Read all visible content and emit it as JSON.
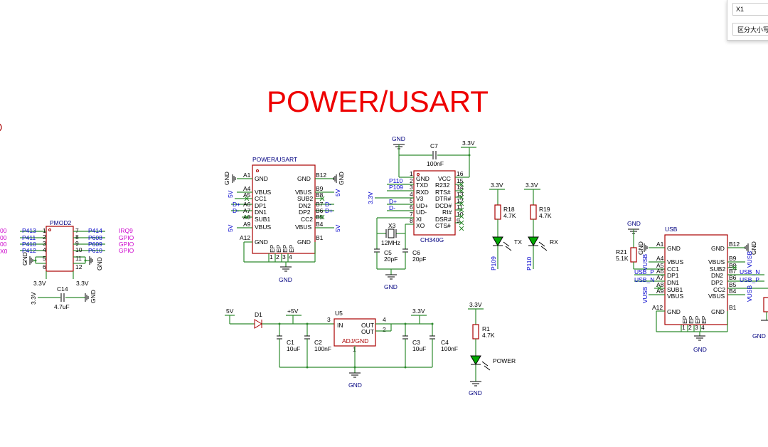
{
  "title": "POWER/USART",
  "search": {
    "value": "X1",
    "case_option_label": "区分大小写"
  },
  "edge_labels_left": [
    "00",
    "00",
    "00",
    "X0"
  ],
  "pmod2": {
    "ref": "PMOD2",
    "left_nets": [
      "P413",
      "P411",
      "P410",
      "P412"
    ],
    "left_pins": [
      "1",
      "2",
      "3",
      "4",
      "5",
      "6"
    ],
    "right_pins": [
      "7",
      "8",
      "9",
      "10",
      "11",
      "12"
    ],
    "right_nets": [
      "P414",
      "P608",
      "P609",
      "P610"
    ],
    "right_funcs": [
      "IRQ9",
      "GPIO",
      "GPIO",
      "GPIO"
    ],
    "gnd": "GND",
    "v33_left": "3.3V",
    "v33_right": "3.3V",
    "cap_ref": "C14",
    "cap_val": "4.7uF",
    "cap_left": "3.3V",
    "cap_gnd": "GND"
  },
  "usb1": {
    "ref": "POWER/USART",
    "left_pins": [
      "A1",
      "A4",
      "A5",
      "A6",
      "A7",
      "A8",
      "A9",
      "A12"
    ],
    "left_names": [
      "GND",
      "VBUS",
      "CC1",
      "DP1",
      "DN1",
      "SUB1",
      "VBUS",
      "GND"
    ],
    "right_pins": [
      "B12",
      "B9",
      "B8",
      "B7",
      "B6",
      "B5",
      "B4",
      "B1"
    ],
    "right_names": [
      "GND",
      "VBUS",
      "SUB2",
      "DN2",
      "DP2",
      "CC2",
      "VBUS",
      "GND"
    ],
    "left_nets": [
      "GND",
      "5V",
      "D+",
      "D-",
      "5V"
    ],
    "right_nets": [
      "GND",
      "5V",
      "D-",
      "D+",
      "5V"
    ],
    "bottom_pins": [
      "1",
      "2",
      "3",
      "4"
    ],
    "bottom_ep": "EP",
    "gnd": "GND"
  },
  "ch340": {
    "ref": "CH340G",
    "top_gnd": "GND",
    "cap7_ref": "C7",
    "cap7_val": "100nF",
    "v33": "3.3V",
    "left_pins": [
      "1",
      "2",
      "3",
      "4",
      "5",
      "6",
      "7",
      "8"
    ],
    "left_names": [
      "GND",
      "TXD",
      "RXD",
      "V3",
      "UD+",
      "UD-",
      "XI",
      "XO"
    ],
    "right_pins": [
      "16",
      "15",
      "14",
      "13",
      "12",
      "11",
      "10",
      "9"
    ],
    "right_names": [
      "VCC",
      "R232",
      "RTS#",
      "DTR#",
      "DCD#",
      "RI#",
      "DSR#",
      "CTS#"
    ],
    "nets": [
      "P110",
      "P109",
      "D+",
      "D-"
    ],
    "v33_left": "3.3V",
    "crystal_ref": "X3",
    "crystal_val": "12MHz",
    "c5_ref": "C5",
    "c5_val": "20pF",
    "c6_ref": "C6",
    "c6_val": "20pF",
    "gnd": "GND"
  },
  "leds": {
    "r18_ref": "R18",
    "r18_val": "4.7K",
    "r18_v": "3.3V",
    "tx_label": "TX",
    "tx_net": "P109",
    "r19_ref": "R19",
    "r19_val": "4.7K",
    "r19_v": "3.3V",
    "rx_label": "RX",
    "rx_net": "P110",
    "r1_ref": "R1",
    "r1_val": "4.7K",
    "r1_v": "3.3V",
    "power_label": "POWER",
    "power_gnd": "GND"
  },
  "regulator": {
    "in_5v": "5V",
    "d1": "D1",
    "plus5v": "+5V",
    "u5": "U5",
    "pin_in": "IN",
    "pin_in_num": "3",
    "pin_out1": "OUT",
    "pin_out1_num": "4",
    "pin_out2": "OUT",
    "pin_out2_num": "2",
    "pin_adj": "ADJ/GND",
    "pin_adj_num": "1",
    "v33": "3.3V",
    "c1_ref": "C1",
    "c1_val": "10uF",
    "c2_ref": "C2",
    "c2_val": "100nF",
    "c3_ref": "C3",
    "c3_val": "10uF",
    "c4_ref": "C4",
    "c4_val": "100nF",
    "gnd": "GND"
  },
  "usb2": {
    "ref": "USB",
    "top_gnd": "GND",
    "r21_ref": "R21",
    "r21_val": "5.1K",
    "left_pins": [
      "A1",
      "A4",
      "A5",
      "A6",
      "A7",
      "A8",
      "A9",
      "A12"
    ],
    "left_names": [
      "GND",
      "VBUS",
      "CC1",
      "DP1",
      "DN1",
      "SUB1",
      "VBUS",
      "GND"
    ],
    "right_pins": [
      "B12",
      "B9",
      "B8",
      "B7",
      "B6",
      "B5",
      "B4",
      "B1"
    ],
    "right_names": [
      "GND",
      "VBUS",
      "SUB2",
      "DN2",
      "DP2",
      "CC2",
      "VBUS",
      "GND"
    ],
    "left_nets": [
      "GND",
      "VUSB",
      "USB_P",
      "USB_N",
      "VUSB"
    ],
    "right_nets": [
      "GND",
      "VUSB",
      "USB_N",
      "USB_P",
      "VUSB"
    ],
    "bottom_pins": [
      "1",
      "2",
      "3",
      "4"
    ],
    "bottom_ep": "EP",
    "gnd": "GND",
    "gnd_right": "GND"
  },
  "colors": {
    "title": "#ee0000",
    "wire": "#2e8b2e",
    "body": "#aa0000",
    "net": "#0000cc",
    "func": "#cc00cc"
  }
}
